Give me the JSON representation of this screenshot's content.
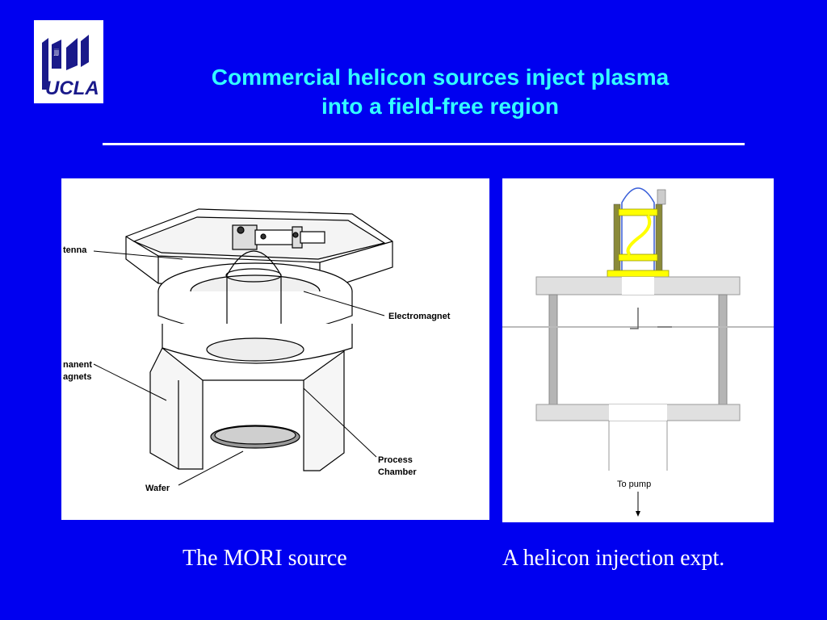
{
  "slide": {
    "title_line1": "Commercial helicon sources inject plasma",
    "title_line2": "into a field-free region",
    "logo_text": "UCLA",
    "left_figure": {
      "labels": {
        "antenna": "tenna",
        "electromagnet": "Electromagnet",
        "magnets_line1": "nanent",
        "magnets_line2": "agnets",
        "process_line1": "Process",
        "process_line2": "Chamber",
        "wafer": "Wafer"
      }
    },
    "right_figure": {
      "pump_label": "To pump",
      "colors": {
        "coil": "#ffff00",
        "tube": "#3a5fd9",
        "flange": "#e0e0e0",
        "post": "#b5b5b5"
      }
    },
    "caption_left": "The MORI source",
    "caption_right": "A helicon injection expt."
  },
  "colors": {
    "background": "#0000f0",
    "title": "#33ffff",
    "text": "#ffffff"
  }
}
